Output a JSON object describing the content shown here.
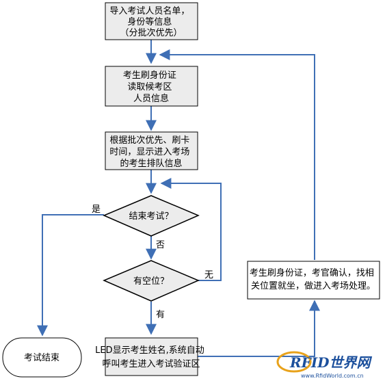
{
  "nodes": {
    "import_list": [
      "导入考试人员名单，",
      "身份等信息",
      "（分批次优先）"
    ],
    "swipe_id": [
      "考生刷身份证",
      "读取候考区",
      "人员信息"
    ],
    "queue_info": [
      "根据批次优先、刷卡",
      "时间，显示进入考场",
      "的考生排队信息"
    ],
    "end_exam_q": [
      "结束考试？"
    ],
    "vacancy_q": [
      "有空位？"
    ],
    "exam_end": [
      "考试结束"
    ],
    "led_call": [
      "LED显示考生姓名,系统自动",
      "呼叫考生进入考试验证区"
    ],
    "seat_process": [
      "考生刷身份证，考官确认，找相",
      "关位置就坐，做进入考场处理。"
    ]
  },
  "edge_labels": {
    "yes_end": "是",
    "no_end": "否",
    "no_vacancy": "无",
    "has_vacancy": "有"
  },
  "watermark": {
    "logo": "RFID世界网",
    "url": "www.RfidWorld.com.cn"
  },
  "colors": {
    "arrow": "#3f6fb5",
    "box_fill": "#ececec",
    "border": "#000000"
  }
}
